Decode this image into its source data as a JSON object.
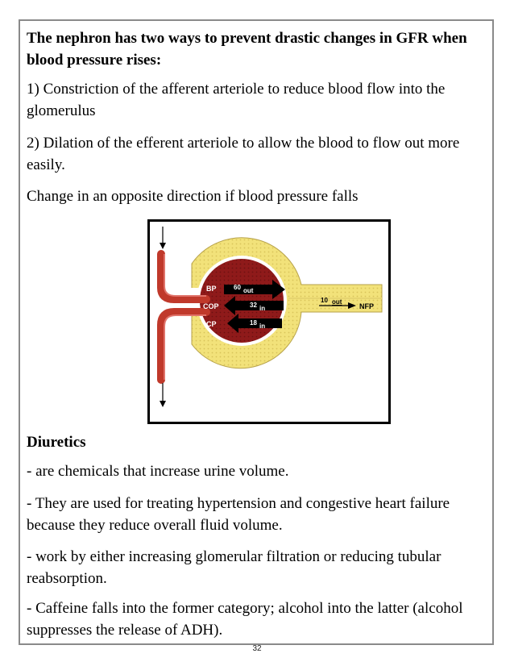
{
  "intro": {
    "heading": "The nephron has two ways to prevent drastic changes in GFR when blood pressure rises:",
    "point1": "1) Constriction of the afferent arteriole to reduce blood flow into the glomerulus",
    "point2": "2) Dilation of the efferent arteriole to allow the blood to flow out more easily.",
    "note": "Change in an opposite direction if blood pressure falls"
  },
  "figure": {
    "bp_label": "BP",
    "bp_value": "60",
    "bp_dir": "out",
    "cop_label": "COP",
    "cop_value": "32",
    "cop_dir": "in",
    "cp_label": "CP",
    "cp_value": "18",
    "cp_dir": "in",
    "net_value": "10",
    "net_dir": "out",
    "nfp_label": "NFP",
    "colors": {
      "capsule": "#f2e27a",
      "glomerulus": "#8f1a1a",
      "vessel": "#c0392b"
    }
  },
  "diuretics": {
    "heading": "Diuretics",
    "line1": "- are chemicals that increase urine volume.",
    "line2": "- They are used for treating hypertension and congestive heart failure because they reduce overall fluid volume.",
    "line3": "- work by either increasing glomerular filtration or reducing tubular reabsorption.",
    "line4": "- Caffeine falls into the former category; alcohol into the latter (alcohol suppresses the release of ADH)."
  },
  "page_number": "32"
}
